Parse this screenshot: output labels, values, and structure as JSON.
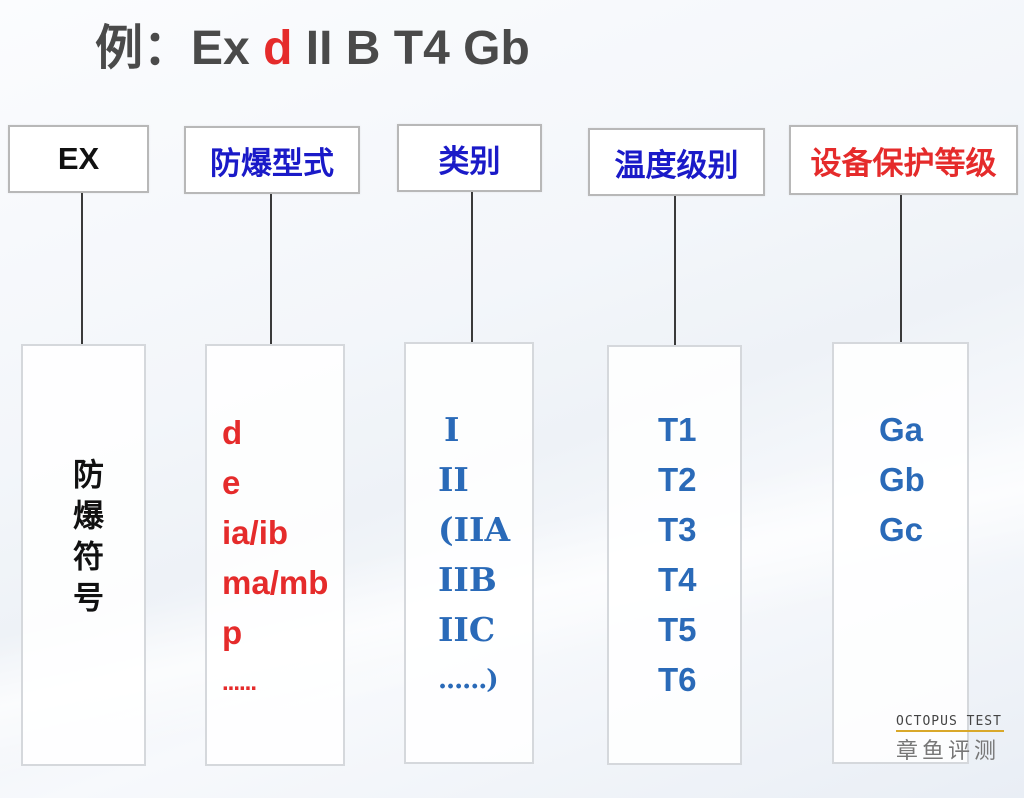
{
  "title": {
    "prefix": "例：",
    "parts": [
      "Ex",
      "d",
      "II B T4 Gb"
    ],
    "highlight_color": "#e52b2b"
  },
  "columns": [
    {
      "header": "EX",
      "header_color": "#111111",
      "content_type": "vertical",
      "content": "防爆符号",
      "content_color": "#111111"
    },
    {
      "header": "防爆型式",
      "header_color": "#1a1ac8",
      "content_type": "list",
      "items": [
        "d",
        "e",
        "ia/ib",
        "ma/mb",
        "p",
        "......"
      ],
      "content_color": "#e52b2b"
    },
    {
      "header": "类别",
      "header_color": "#1a1ac8",
      "content_type": "list",
      "items": [
        "I",
        "II",
        "(IIA",
        "IIB",
        "IIC",
        "......)"
      ],
      "content_color": "#2a6ab8"
    },
    {
      "header": "温度级别",
      "header_color": "#1a1ac8",
      "content_type": "list",
      "items": [
        "T1",
        "T2",
        "T3",
        "T4",
        "T5",
        "T6"
      ],
      "content_color": "#2a6ab8"
    },
    {
      "header": "设备保护等级",
      "header_color": "#e52b2b",
      "content_type": "list",
      "items": [
        "Ga",
        "Gb",
        "Gc"
      ],
      "content_color": "#2a6ab8"
    }
  ],
  "watermark": {
    "en": "OCTOPUS TEST",
    "cn": "章鱼评测"
  }
}
